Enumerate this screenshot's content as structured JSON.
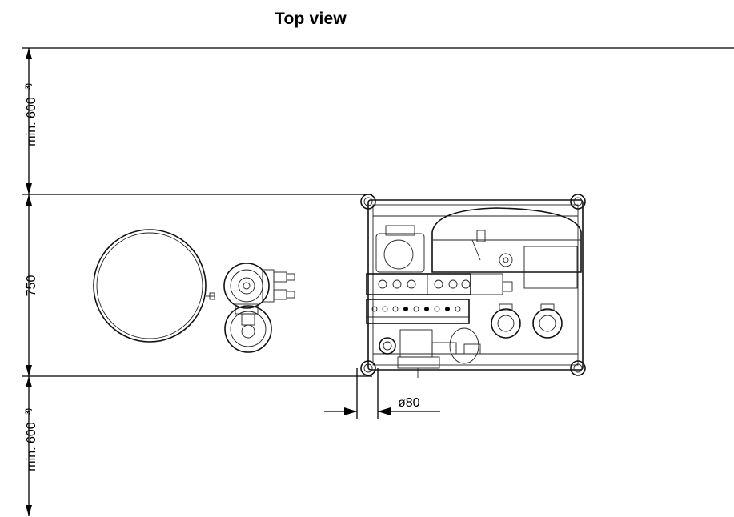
{
  "title": "Top view",
  "dimensions": {
    "top_clearance": {
      "text": "min. 600",
      "note": "3)"
    },
    "depth": {
      "text": "750"
    },
    "bottom_clearance": {
      "text": "min. 600",
      "note": "3)"
    },
    "foot_diameter": {
      "text": "ø80"
    }
  }
}
